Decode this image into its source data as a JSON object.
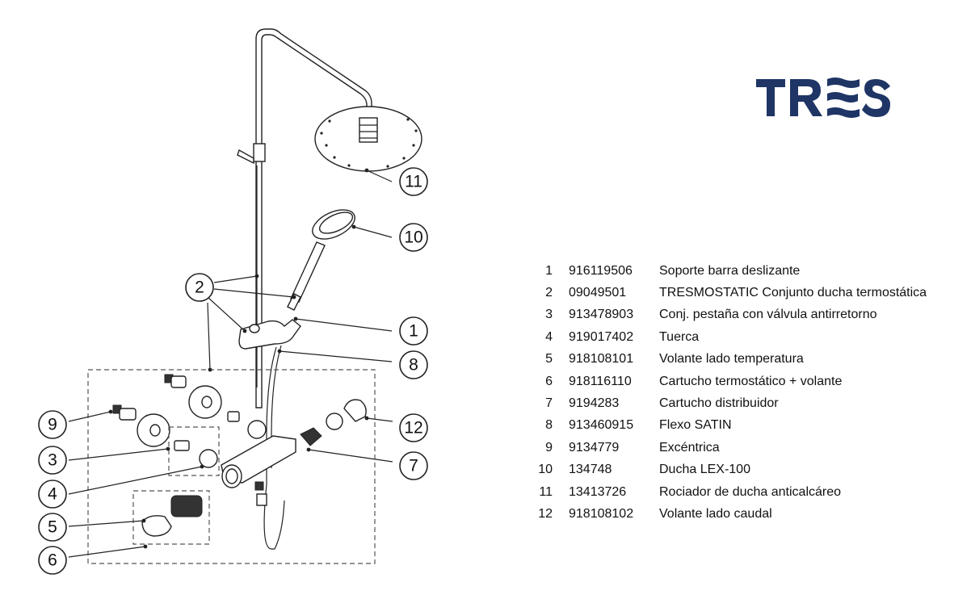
{
  "brand": {
    "logo_text": "TRES",
    "color": "#1f3565"
  },
  "callouts": [
    "1",
    "2",
    "3",
    "4",
    "5",
    "6",
    "7",
    "8",
    "9",
    "10",
    "11",
    "12"
  ],
  "parts_table": {
    "rows": [
      {
        "num": "1",
        "code": "916119506",
        "description": "Soporte barra deslizante"
      },
      {
        "num": "2",
        "code": "09049501",
        "description": "TRESMOSTATIC  Conjunto ducha termostática"
      },
      {
        "num": "3",
        "code": "913478903",
        "description": "Conj. pestaña con válvula antirretorno"
      },
      {
        "num": "4",
        "code": "919017402",
        "description": "Tuerca"
      },
      {
        "num": "5",
        "code": "918108101",
        "description": "Volante lado temperatura"
      },
      {
        "num": "6",
        "code": "918116110",
        "description": "Cartucho termostático  + volante"
      },
      {
        "num": "7",
        "code": "9194283",
        "description": "Cartucho distribuidor"
      },
      {
        "num": "8",
        "code": "913460915",
        "description": "Flexo SATIN"
      },
      {
        "num": "9",
        "code": "9134779",
        "description": "Excéntrica"
      },
      {
        "num": "10",
        "code": "134748",
        "description": "Ducha LEX-100"
      },
      {
        "num": "11",
        "code": "13413726",
        "description": "Rociador de ducha anticalcáreo"
      },
      {
        "num": "12",
        "code": "918108102",
        "description": "Volante lado caudal"
      }
    ]
  }
}
